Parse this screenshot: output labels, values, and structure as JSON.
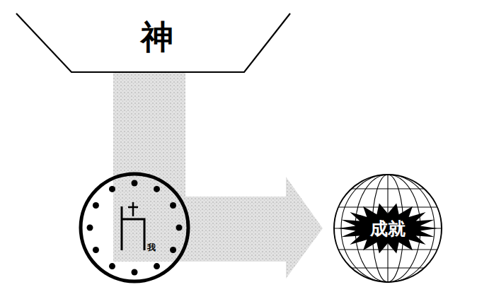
{
  "diagram": {
    "nodes": [
      {
        "text": [
          "神"
        ]
      },
      {
        "text": [
          "我"
        ]
      },
      {
        "text": [
          "成就"
        ]
      }
    ],
    "edges": [
      {
        "from": 0,
        "to": 1,
        "arrow": "none"
      },
      {
        "from": 1,
        "to": 2,
        "arrow": "to"
      }
    ]
  }
}
